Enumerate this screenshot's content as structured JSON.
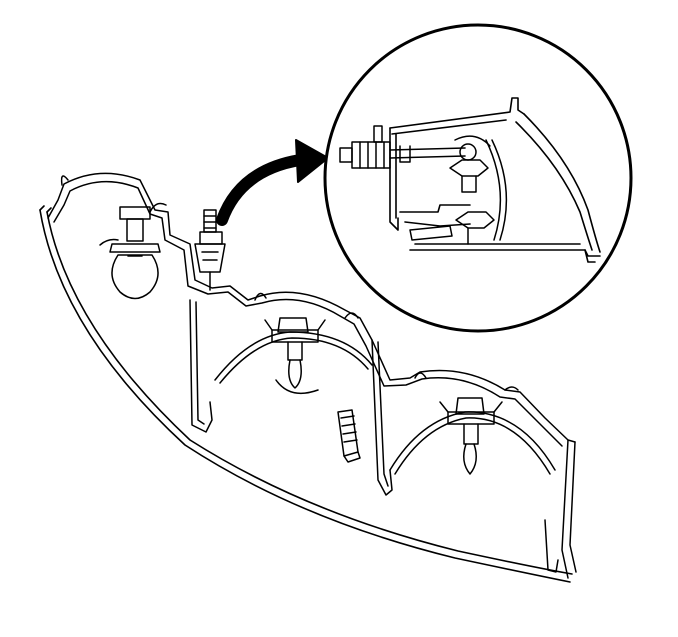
{
  "diagram": {
    "type": "technical-line-drawing",
    "subject": "headlamp-housing-cross-section",
    "colors": {
      "line": "#000000",
      "background": "#ffffff"
    },
    "components": [
      {
        "name": "outer-lens"
      },
      {
        "name": "housing-frame"
      },
      {
        "name": "low-beam-bulb"
      },
      {
        "name": "adjuster-bracket"
      },
      {
        "name": "center-reflector-bulb"
      },
      {
        "name": "right-reflector-bulb"
      },
      {
        "name": "side-marker"
      },
      {
        "name": "detail-magnifier"
      }
    ],
    "callout": {
      "arrow": "curved-arrow-to-detail",
      "detail_view": "circular-zoom-inset"
    }
  }
}
